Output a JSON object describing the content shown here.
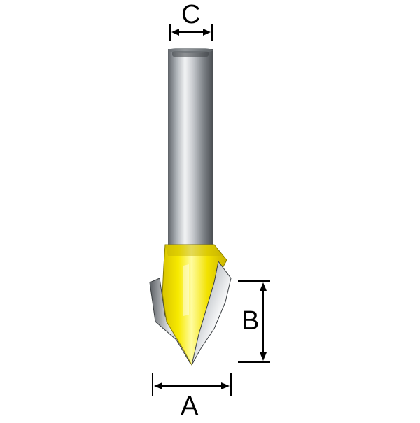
{
  "dimensions": {
    "c": "C",
    "b": "B",
    "a": "A"
  },
  "colors": {
    "carbide_yellow": "#f5e600",
    "shank_gray": "#9aa0a6",
    "line": "#000000"
  }
}
